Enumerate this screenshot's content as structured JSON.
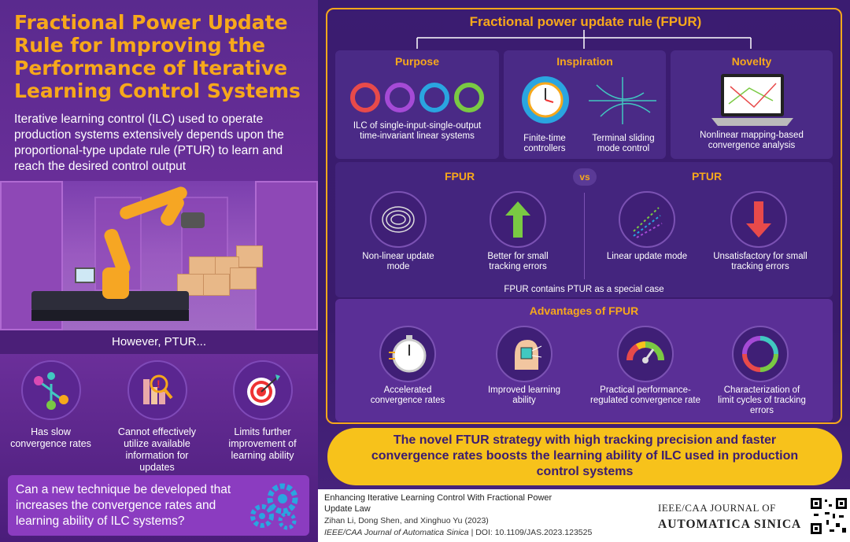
{
  "left": {
    "title": "Fractional Power Update Rule for Improving the Performance of Iterative Learning Control Systems",
    "intro": "Iterative learning control (ILC) used to operate production systems extensively depends upon the proportional-type update rule (PTUR) to learn and reach the desired control output",
    "however": "However, PTUR...",
    "issues": [
      {
        "label": "Has slow convergence rates",
        "icon": "slow-convergence-icon"
      },
      {
        "label": "Cannot effectively utilize available information for updates",
        "icon": "information-chart-icon"
      },
      {
        "label": "Limits further improvement of learning ability",
        "icon": "target-icon"
      }
    ],
    "question": "Can a new technique be developed that increases the convergence rates and learning ability of ILC systems?"
  },
  "right": {
    "title": "Fractional power update rule (FPUR)",
    "purpose": {
      "heading": "Purpose",
      "caption": "ILC of single-input-single-output time-invariant linear systems"
    },
    "inspiration": {
      "heading": "Inspiration",
      "caption1": "Finite-time controllers",
      "caption2": "Terminal sliding mode control"
    },
    "novelty": {
      "heading": "Novelty",
      "caption": "Nonlinear mapping-based convergence analysis"
    },
    "compare": {
      "left_heading": "FPUR",
      "vs": "vs",
      "right_heading": "PTUR",
      "items": [
        "Non-linear update mode",
        "Better for small tracking errors",
        "Linear update mode",
        "Unsatisfactory for small tracking errors"
      ],
      "note": "FPUR contains PTUR as a special case"
    },
    "advantages": {
      "heading": "Advantages of FPUR",
      "items": [
        "Accelerated convergence rates",
        "Improved learning ability",
        "Practical performance-regulated convergence rate",
        "Characterization of limit cycles of tracking errors"
      ]
    },
    "conclusion": "The novel FTUR strategy with high tracking precision and faster convergence rates boosts the learning ability of ILC used in production control systems"
  },
  "citation": {
    "title": "Enhancing Iterative Learning Control With Fractional Power Update Law",
    "authors": "Zihan Li, Dong Shen, and Xinghuo Yu (2023)",
    "journal": "IEEE/CAA Journal of Automatica Sinica",
    "doi": " | DOI: 10.1109/JAS.2023.123525",
    "journal_a": "IEEE/CAA JOURNAL OF",
    "journal_b": "AUTOMATICA SINICA"
  },
  "colors": {
    "accent": "#f7a81b",
    "background": "#3b1c71",
    "panel": "#4a2a86"
  }
}
